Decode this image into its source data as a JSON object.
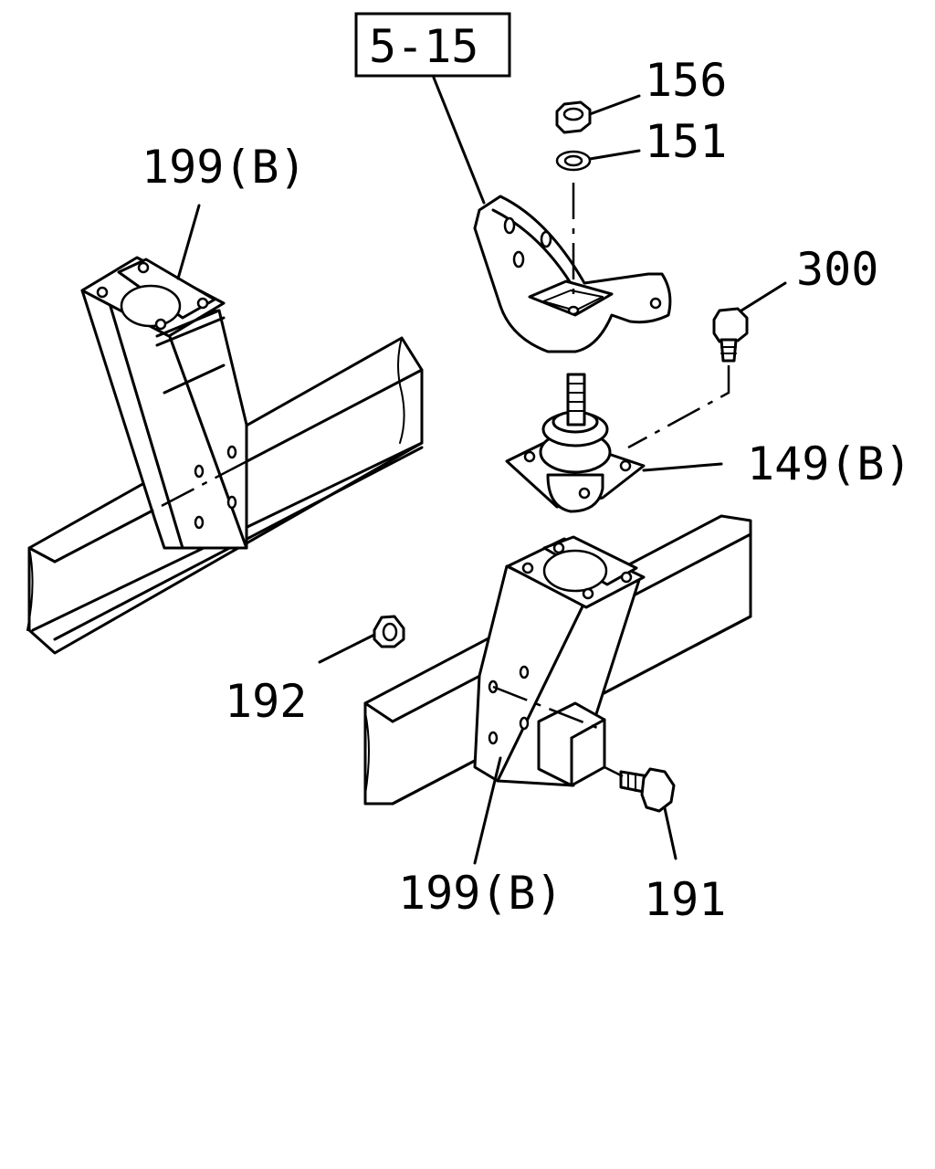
{
  "reference_box": {
    "text": "5-15"
  },
  "callouts": [
    {
      "id": "156",
      "text": "156"
    },
    {
      "id": "151",
      "text": "151"
    },
    {
      "id": "199-top",
      "text": "199(B)"
    },
    {
      "id": "300",
      "text": "300"
    },
    {
      "id": "149",
      "text": "149(B)"
    },
    {
      "id": "192",
      "text": "192"
    },
    {
      "id": "199-bottom",
      "text": "199(B)"
    },
    {
      "id": "191",
      "text": "191"
    }
  ]
}
